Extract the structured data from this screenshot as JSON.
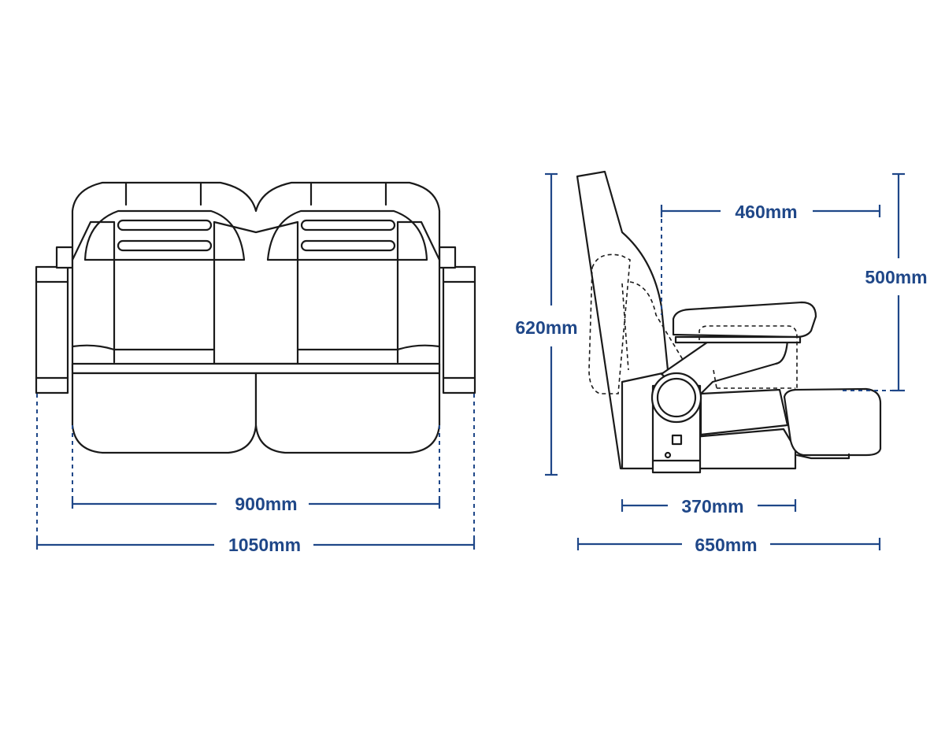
{
  "dimensions": {
    "front_inner_width": "900mm",
    "front_overall_width": "1050mm",
    "side_total_height": "620mm",
    "side_seat_depth": "460mm",
    "side_back_height": "500mm",
    "side_base_depth": "370mm",
    "side_overall_depth": "650mm"
  },
  "colors": {
    "dimension": "#1f4788",
    "outline": "#1a1a1a"
  }
}
